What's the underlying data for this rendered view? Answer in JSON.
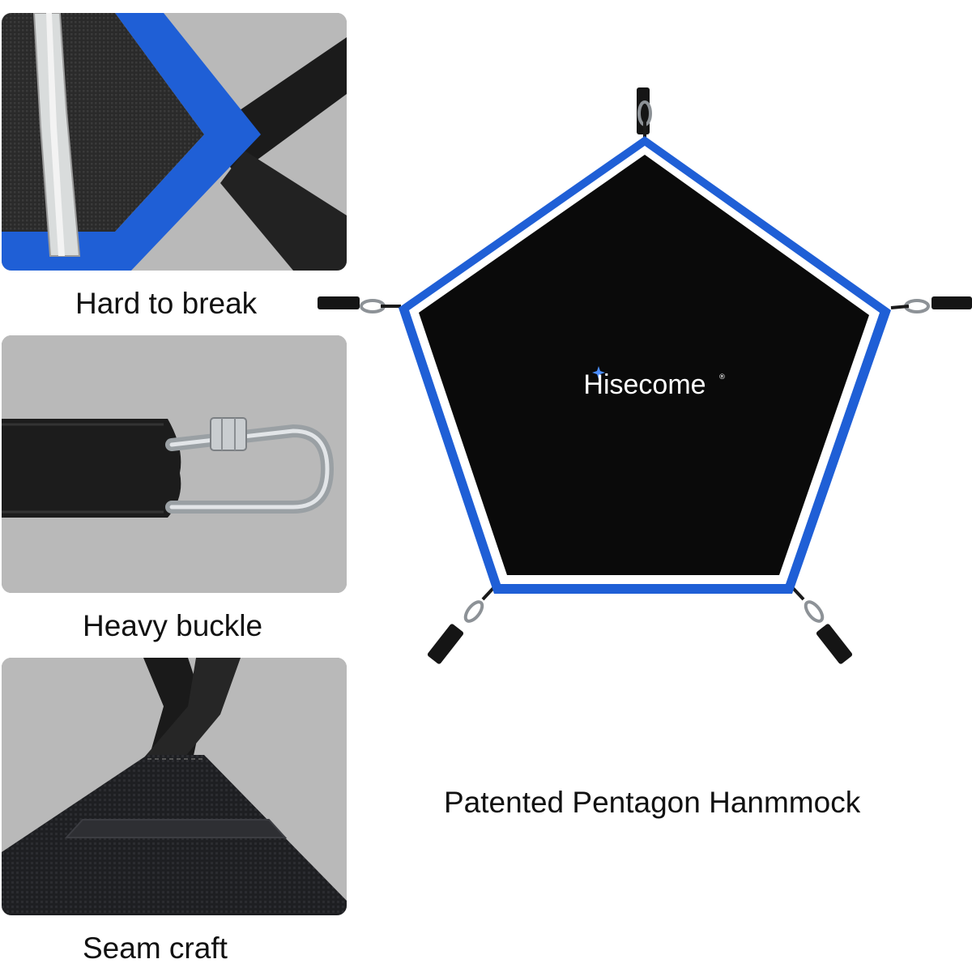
{
  "features": [
    {
      "caption": "Hard to break"
    },
    {
      "caption": "Heavy buckle"
    },
    {
      "caption": "Seam craft"
    }
  ],
  "product": {
    "brand": "Hisecome",
    "caption": "Patented Pentagon Hanmmock"
  },
  "colors": {
    "panel_bg": "#b9b9b9",
    "trim_blue": "#1f5fd6",
    "fabric_black": "#0a0a0a",
    "strap_black": "#1c1c1c"
  }
}
